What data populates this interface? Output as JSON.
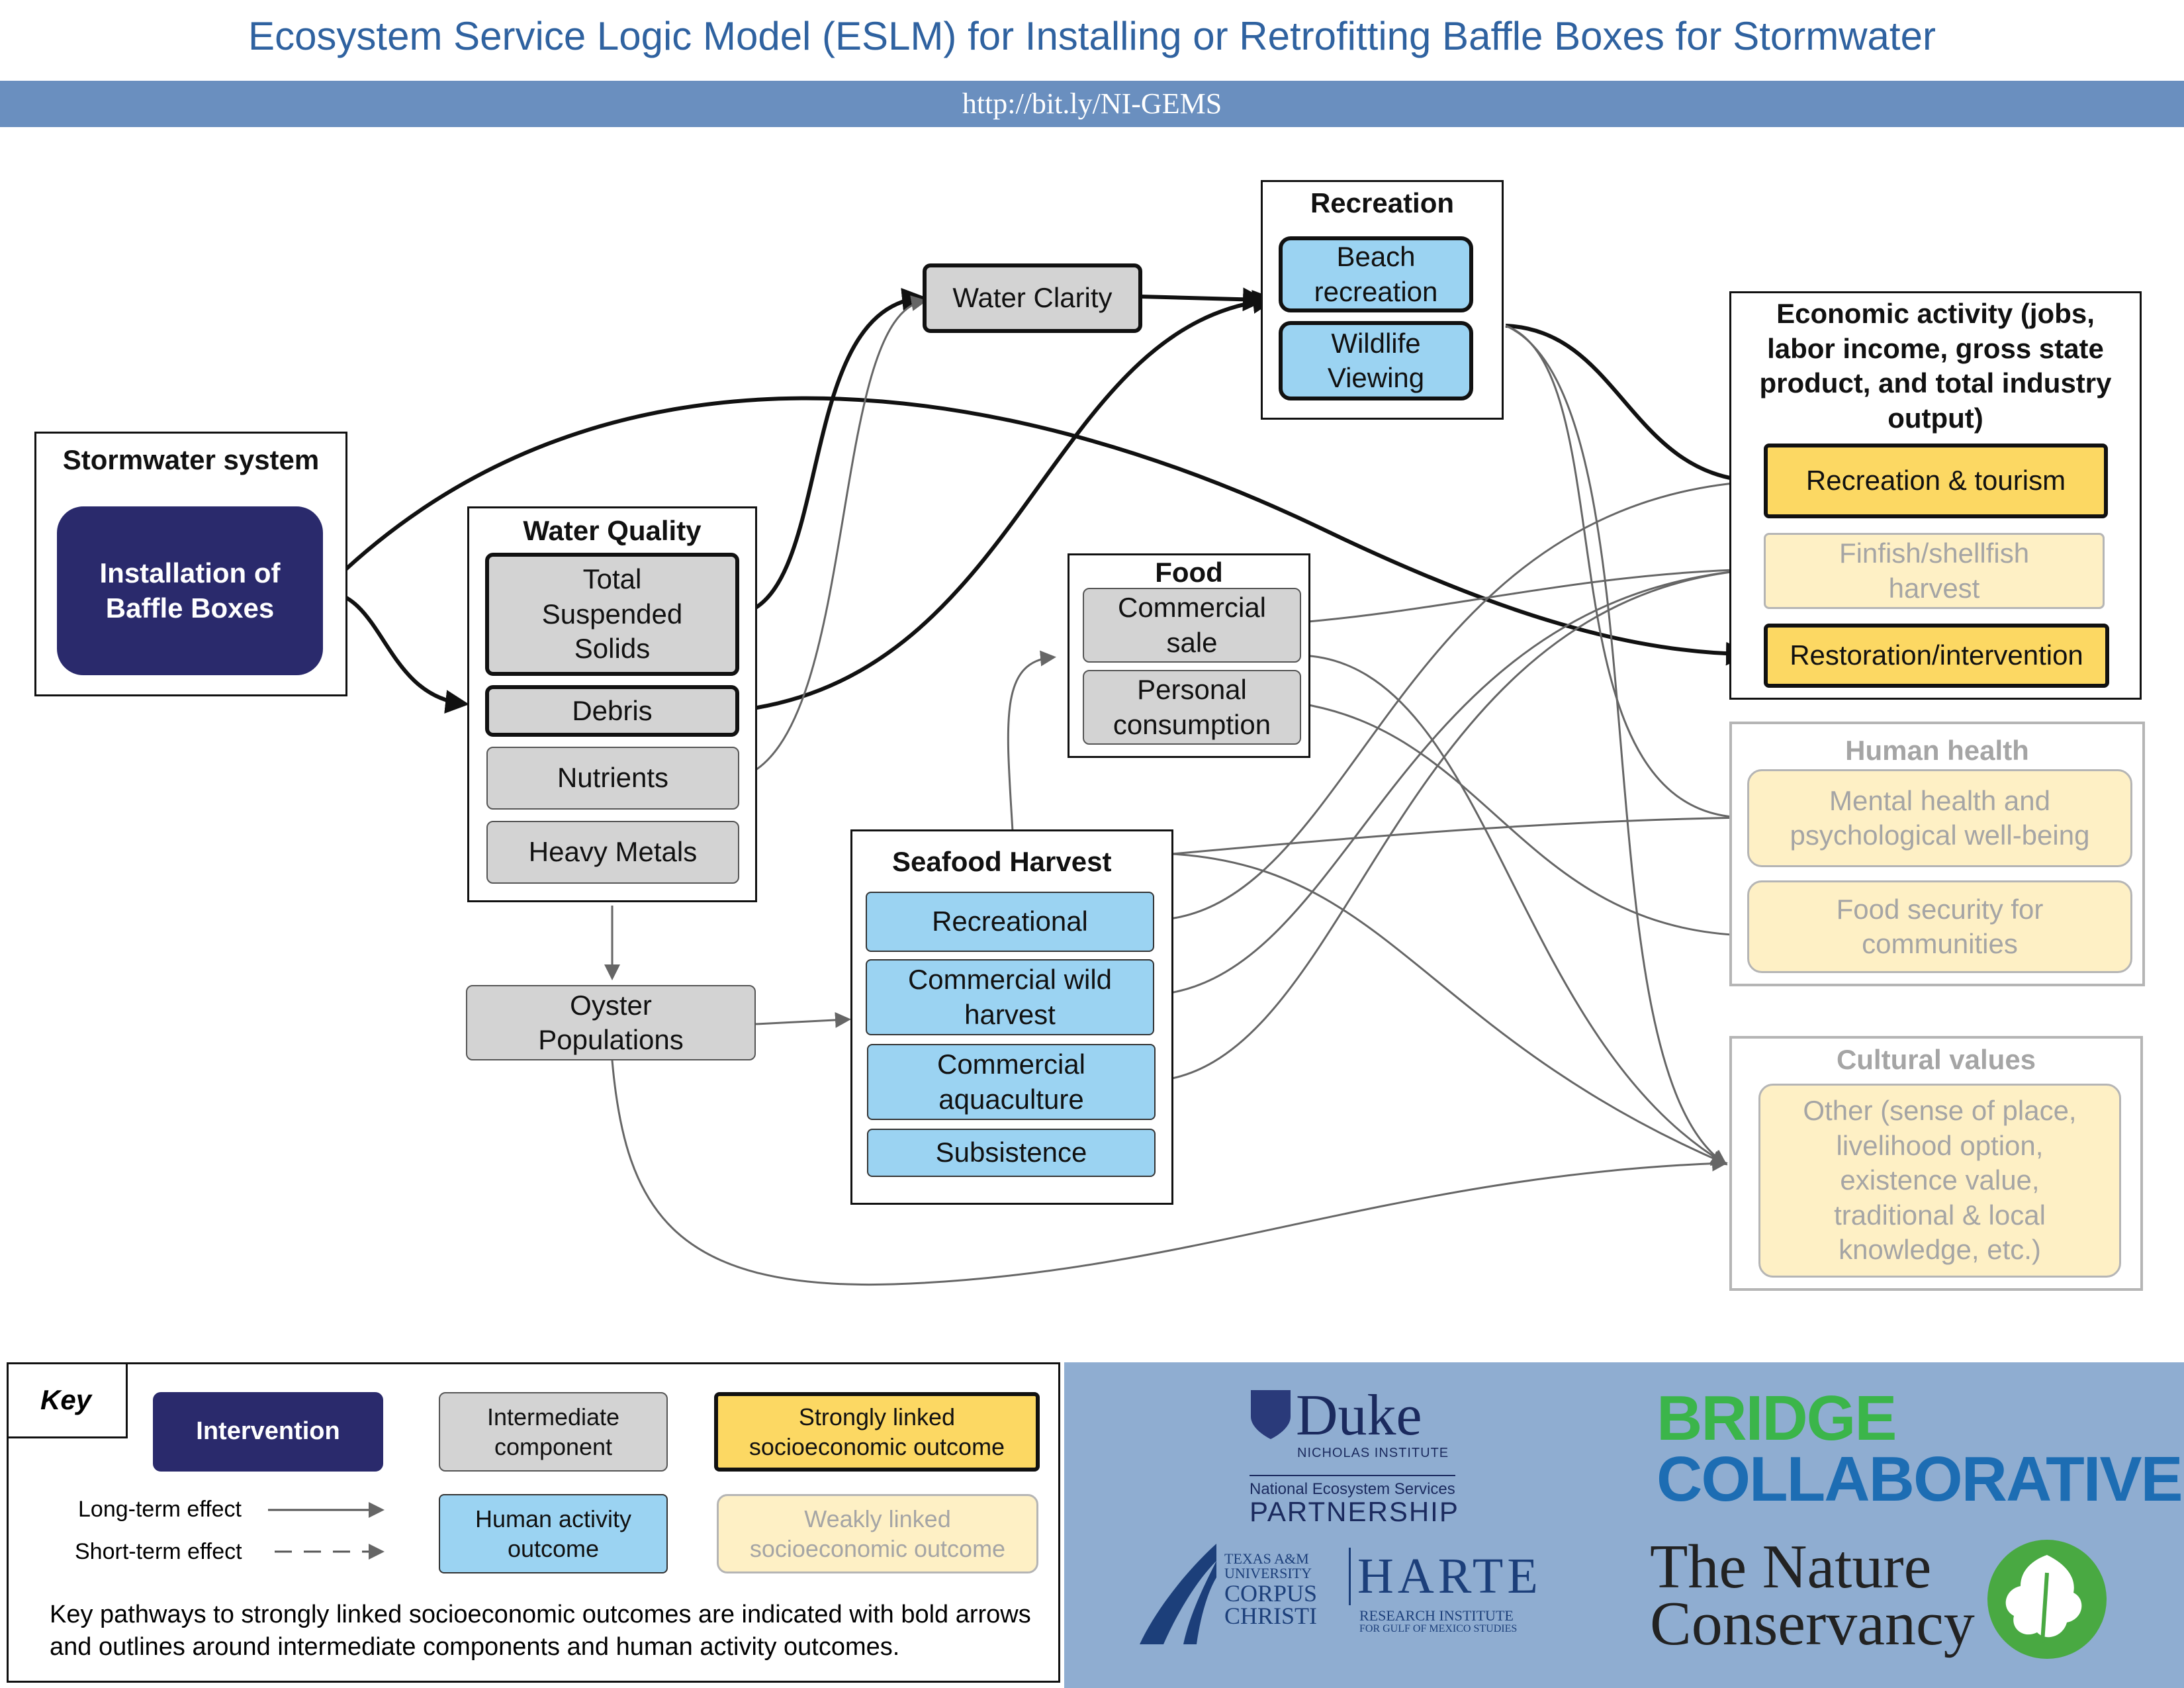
{
  "header": {
    "title": "Ecosystem Service Logic Model (ESLM) for Installing or Retrofitting Baffle Boxes for Stormwater",
    "url": "http://bit.ly/NI-GEMS"
  },
  "stormwater": {
    "title": "Stormwater system",
    "intervention": "Installation of Baffle Boxes"
  },
  "water_quality": {
    "title": "Water Quality",
    "tss": "Total Suspended Solids",
    "debris": "Debris",
    "nutrients": "Nutrients",
    "metals": "Heavy Metals"
  },
  "water_clarity": "Water Clarity",
  "oyster": "Oyster Populations",
  "recreation": {
    "title": "Recreation",
    "beach": "Beach recreation",
    "wildlife": "Wildlife Viewing"
  },
  "food": {
    "title": "Food",
    "commercial": "Commercial sale",
    "personal": "Personal consumption"
  },
  "seafood": {
    "title": "Seafood Harvest",
    "recreational": "Recreational",
    "wild": "Commercial wild harvest",
    "aquaculture": "Commercial aquaculture",
    "subsistence": "Subsistence"
  },
  "economic": {
    "title": "Economic activity (jobs, labor income, gross state product, and total industry output)",
    "tourism": "Recreation & tourism",
    "finfish": "Finfish/shellfish harvest",
    "restoration": "Restoration/intervention"
  },
  "health": {
    "title": "Human health",
    "mental": "Mental health and psychological well-being",
    "food_security": "Food security for communities"
  },
  "cultural": {
    "title": "Cultural values",
    "other": "Other (sense of place, livelihood option, existence value, traditional & local knowledge, etc.)"
  },
  "key": {
    "title": "Key",
    "intervention": "Intervention",
    "intermediate": "Intermediate component",
    "strong": "Strongly linked socioeconomic outcome",
    "human": "Human activity outcome",
    "weak": "Weakly linked socioeconomic outcome",
    "long": "Long-term effect",
    "short": "Short-term effect",
    "note": "Key pathways to strongly linked socioeconomic outcomes are indicated with bold arrows and outlines around intermediate components and human activity outcomes."
  },
  "logos": {
    "duke_name": "Duke",
    "duke_sub": "NICHOLAS INSTITUTE",
    "nesp_line1": "National Ecosystem Services",
    "nesp_line2": "PARTNERSHIP",
    "bridge_line1": "BRIDGE",
    "bridge_line2": "COLLABORATIVE",
    "tamucc_line1": "TEXAS A&M",
    "tamucc_line2": "UNIVERSITY",
    "tamucc_line3": "CORPUS",
    "tamucc_line4": "CHRISTI",
    "harte_name": "HARTE",
    "harte_sub1": "RESEARCH INSTITUTE",
    "harte_sub2": "FOR GULF OF MEXICO STUDIES",
    "tnc_line1": "The Nature",
    "tnc_line2": "Conservancy"
  },
  "colors": {
    "title_blue": "#2f62a0",
    "urlbar": "#6a8fbf",
    "intervention": "#2a2a6c",
    "intermediate": "#d3d3d3",
    "human_activity": "#9bd3f2",
    "strong": "#fcd863",
    "weak": "#fef0c5",
    "logo_panel": "#8fadd1"
  }
}
